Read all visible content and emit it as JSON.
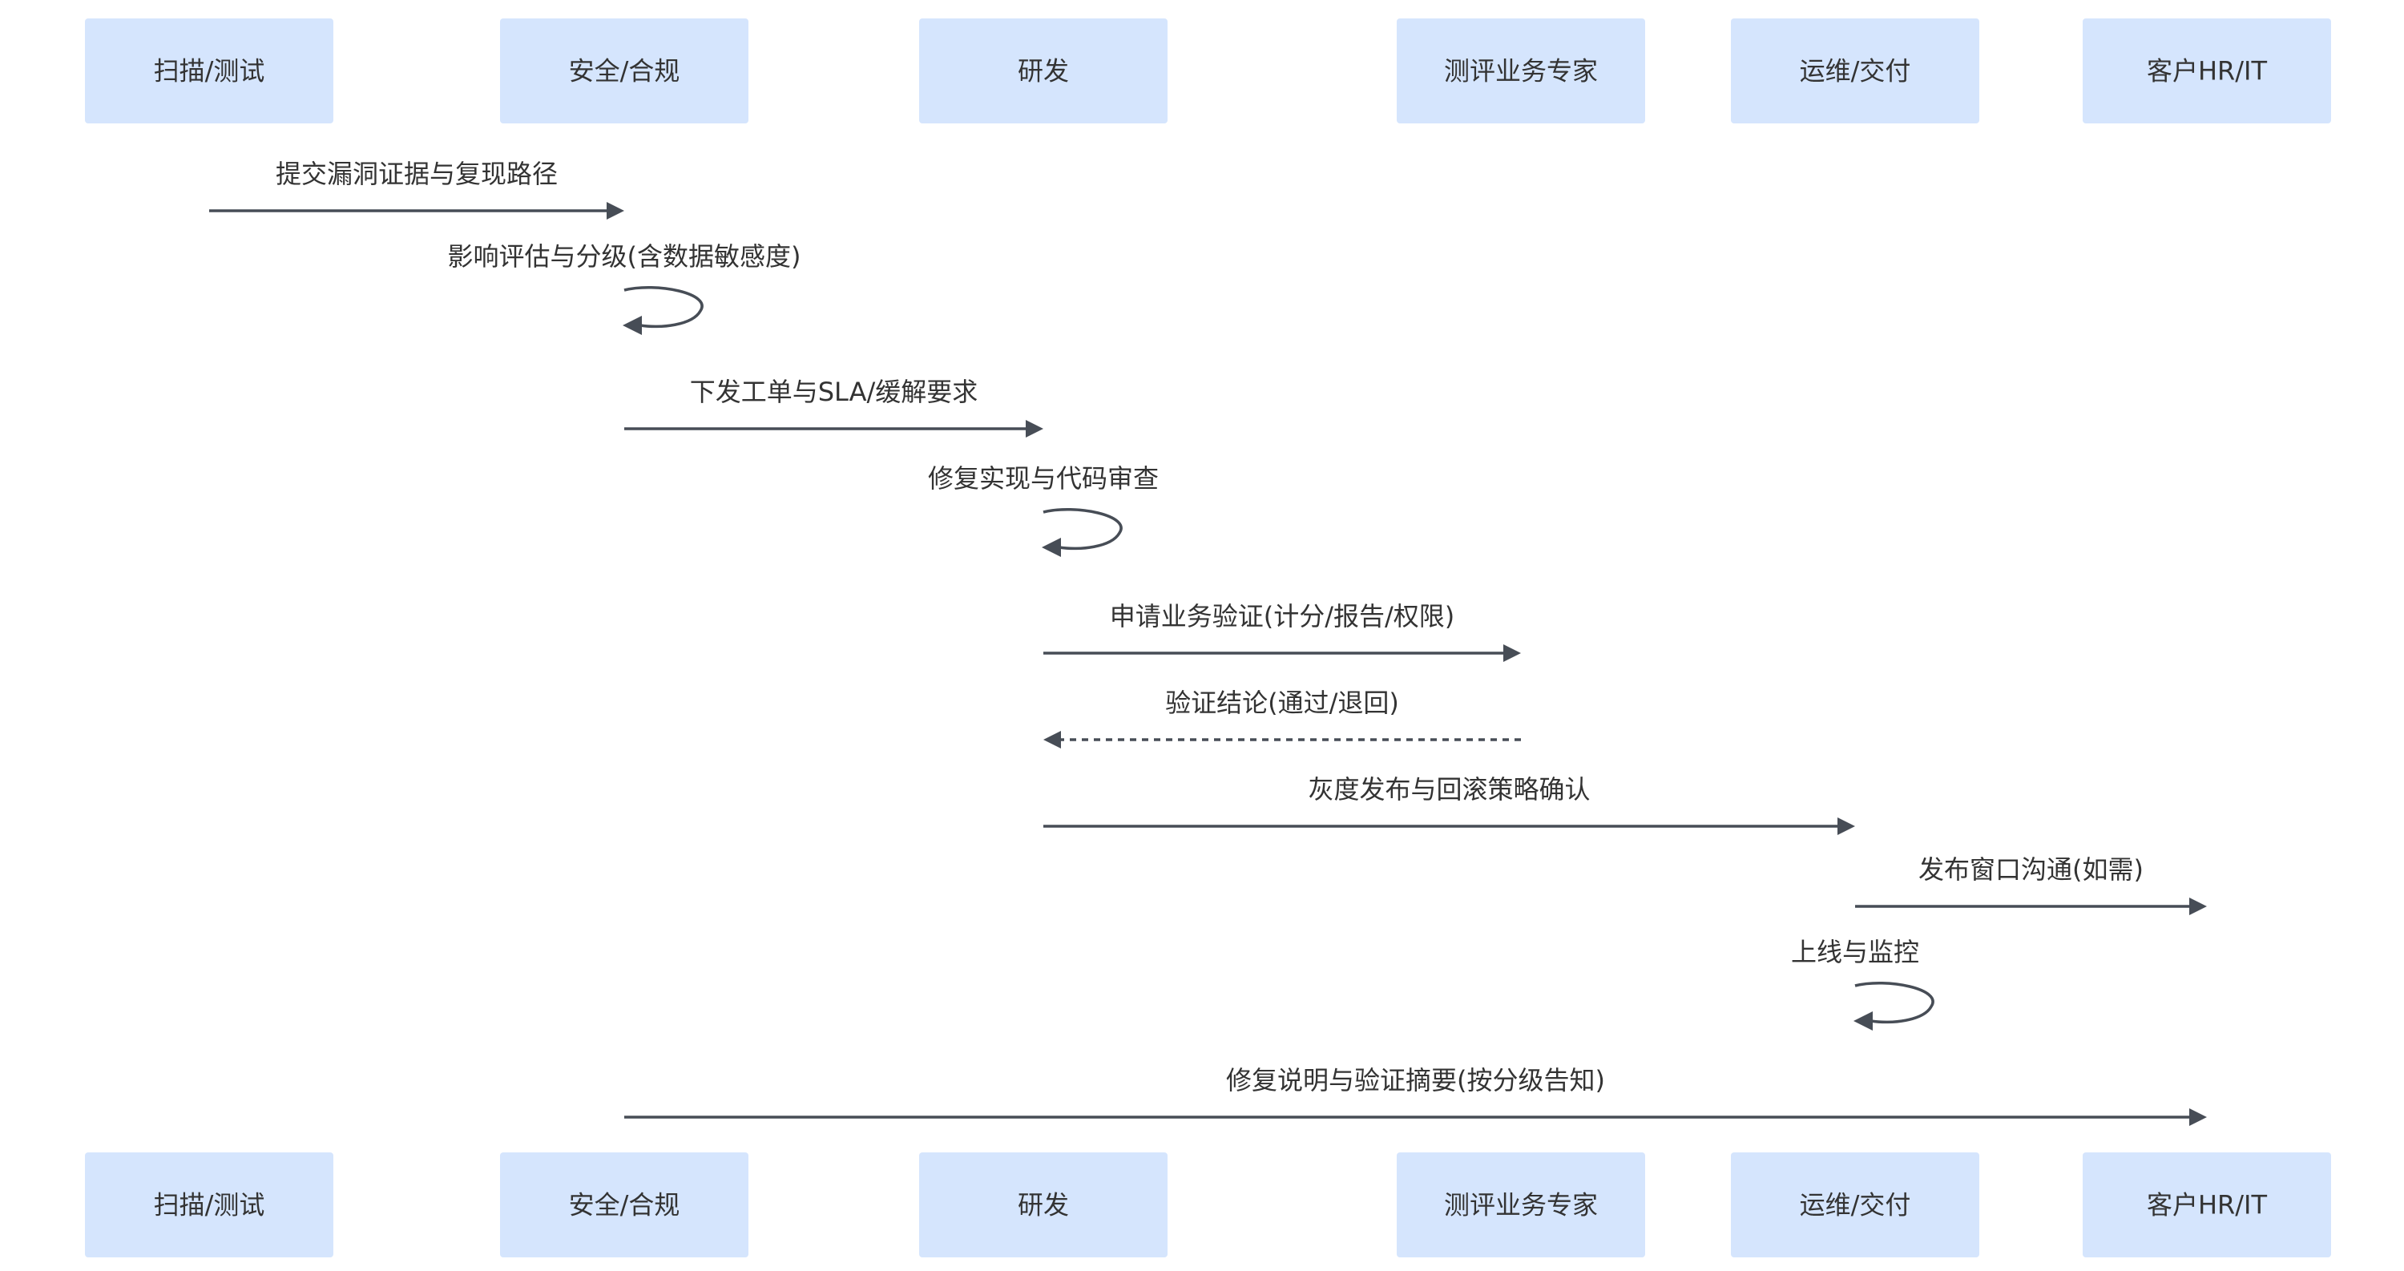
{
  "participants": [
    "扫描/测试",
    "安全/合规",
    "研发",
    "测评业务专家",
    "运维/交付",
    "客户HR/IT"
  ],
  "messages": [
    {
      "from": 0,
      "to": 1,
      "label": "提交漏洞证据与复现路径",
      "style": "solid"
    },
    {
      "from": 1,
      "to": 1,
      "label": "影响评估与分级(含数据敏感度)",
      "style": "self"
    },
    {
      "from": 1,
      "to": 2,
      "label": "下发工单与SLA/缓解要求",
      "style": "solid"
    },
    {
      "from": 2,
      "to": 2,
      "label": "修复实现与代码审查",
      "style": "self"
    },
    {
      "from": 2,
      "to": 3,
      "label": "申请业务验证(计分/报告/权限)",
      "style": "solid"
    },
    {
      "from": 3,
      "to": 2,
      "label": "验证结论(通过/退回)",
      "style": "dashed"
    },
    {
      "from": 2,
      "to": 4,
      "label": "灰度发布与回滚策略确认",
      "style": "solid"
    },
    {
      "from": 4,
      "to": 5,
      "label": "发布窗口沟通(如需)",
      "style": "solid"
    },
    {
      "from": 4,
      "to": 4,
      "label": "上线与监控",
      "style": "self"
    },
    {
      "from": 1,
      "to": 5,
      "label": "修复说明与验证摘要(按分级告知)",
      "style": "solid"
    }
  ],
  "colors": {
    "participant_fill": "#d5e5fd",
    "arrow": "#474d56",
    "text": "#333333"
  }
}
